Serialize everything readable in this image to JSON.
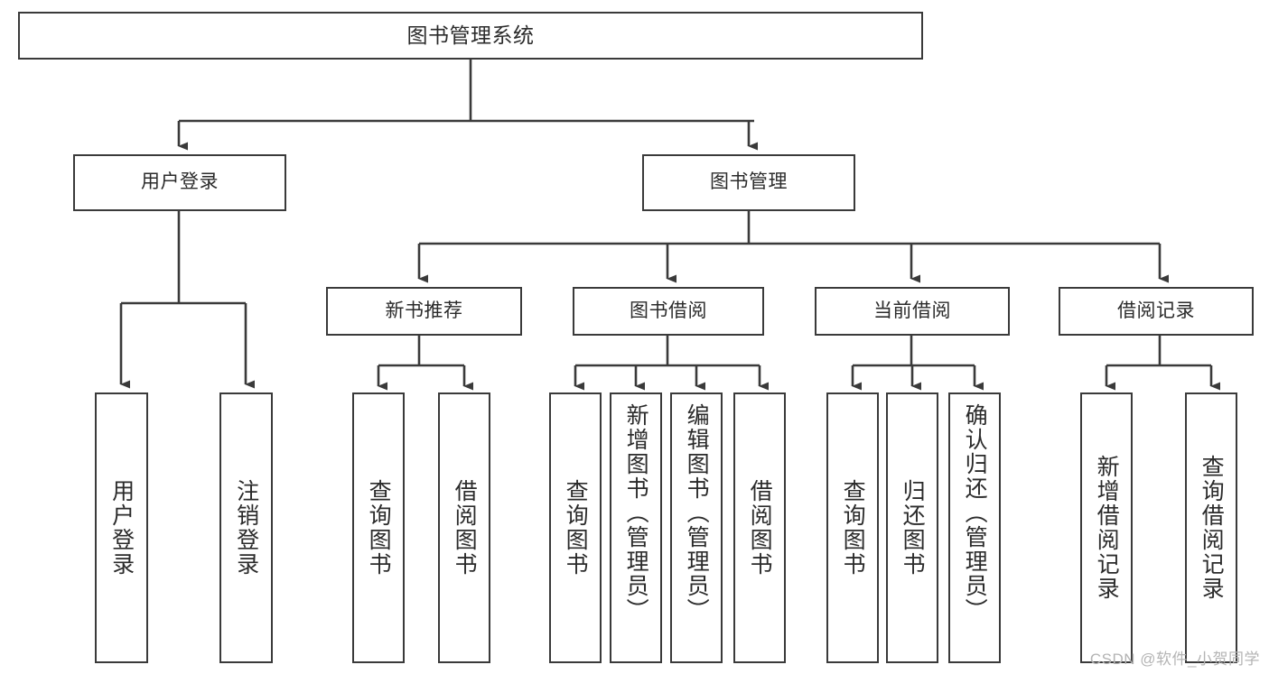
{
  "diagram": {
    "title": "图书管理系统",
    "watermark": "CSDN @软件_小贺同学",
    "line_color": "#3a3a3a",
    "box_fill": "#ffffff",
    "text_color": "#2b2b2b",
    "background": "#ffffff",
    "root": {
      "label": "图书管理系统"
    },
    "level1": [
      {
        "label": "用户登录"
      },
      {
        "label": "图书管理"
      }
    ],
    "level2": [
      {
        "label": "新书推荐"
      },
      {
        "label": "图书借阅"
      },
      {
        "label": "当前借阅"
      },
      {
        "label": "借阅记录"
      }
    ],
    "leaves": {
      "user_login": [
        {
          "label": "用户登录"
        },
        {
          "label": "注销登录"
        }
      ],
      "new_book": [
        {
          "label": "查询图书"
        },
        {
          "label": "借阅图书"
        }
      ],
      "book_borrow": [
        {
          "label": "查询图书"
        },
        {
          "label": "新增图书（管理员）"
        },
        {
          "label": "编辑图书（管理员）"
        },
        {
          "label": "借阅图书"
        }
      ],
      "current_borrow": [
        {
          "label": "查询图书"
        },
        {
          "label": "归还图书"
        },
        {
          "label": "确认归还（管理员）"
        }
      ],
      "borrow_record": [
        {
          "label": "新增借阅记录"
        },
        {
          "label": "查询借阅记录"
        }
      ]
    }
  }
}
